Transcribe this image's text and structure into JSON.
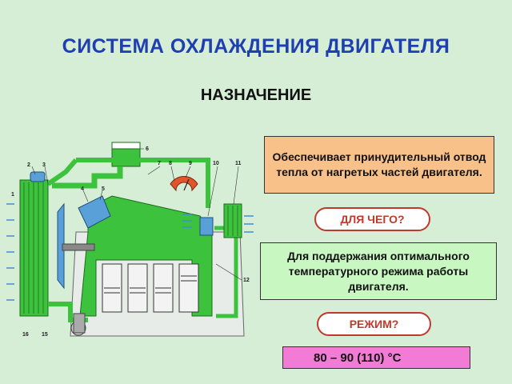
{
  "title": "СИСТЕМА ОХЛАЖДЕНИЯ ДВИГАТЕЛЯ",
  "subtitle": "НАЗНАЧЕНИЕ",
  "purpose_text": "Обеспечивает принудительный отвод тепла от нагретых частей двигателя.",
  "why_label": "ДЛЯ ЧЕГО?",
  "answer_text": "Для поддержания оптимального температурного режима работы двигателя.",
  "mode_label": "РЕЖИМ?",
  "temperature_text": "80 – 90 (110) °C",
  "callouts": {
    "n1": "1",
    "n2": "2",
    "n3": "3",
    "n4": "4",
    "n5": "5",
    "n7": "7",
    "n8": "8",
    "n9": "9",
    "n10": "10",
    "n11": "11",
    "n12": "12",
    "n15": "15",
    "n16": "16",
    "n6": "6"
  },
  "colors": {
    "title": "#1f3fb0",
    "coolant": "#3cc23c",
    "purpose_box": "#f9c18a",
    "answer_box": "#c9f7c2",
    "temp_box": "#f27bd6",
    "pill_border": "#c0392b"
  }
}
